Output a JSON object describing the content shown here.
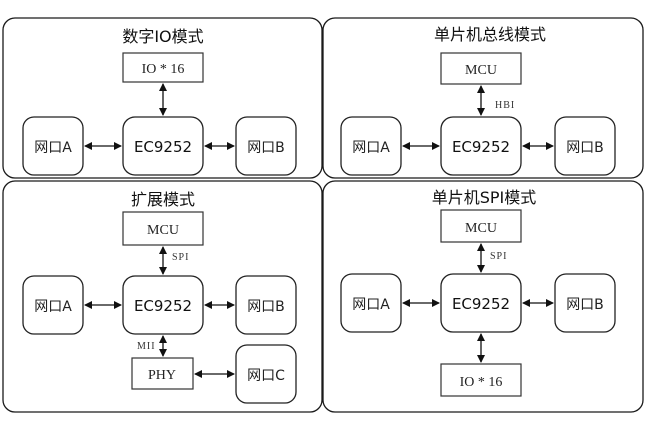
{
  "panels": [
    {
      "id": "digital-io",
      "title": "数字IO模式",
      "top_block": "IO * 16",
      "top_bus_label": "",
      "chip": "EC9252",
      "port_left": "网口A",
      "port_right": "网口B"
    },
    {
      "id": "mcu-bus",
      "title": "单片机总线模式",
      "top_block": "MCU",
      "top_bus_label": "HBI",
      "chip": "EC9252",
      "port_left": "网口A",
      "port_right": "网口B"
    },
    {
      "id": "expansion",
      "title": "扩展模式",
      "top_block": "MCU",
      "top_bus_label": "SPI",
      "chip": "EC9252",
      "port_left": "网口A",
      "port_right": "网口B",
      "bottom_bus_label": "MII",
      "bottom_block": "PHY",
      "port_extra": "网口C"
    },
    {
      "id": "mcu-spi",
      "title": "单片机SPI模式",
      "top_block": "MCU",
      "top_bus_label": "SPI",
      "chip": "EC9252",
      "port_left": "网口A",
      "port_right": "网口B",
      "bottom_block": "IO * 16"
    }
  ]
}
